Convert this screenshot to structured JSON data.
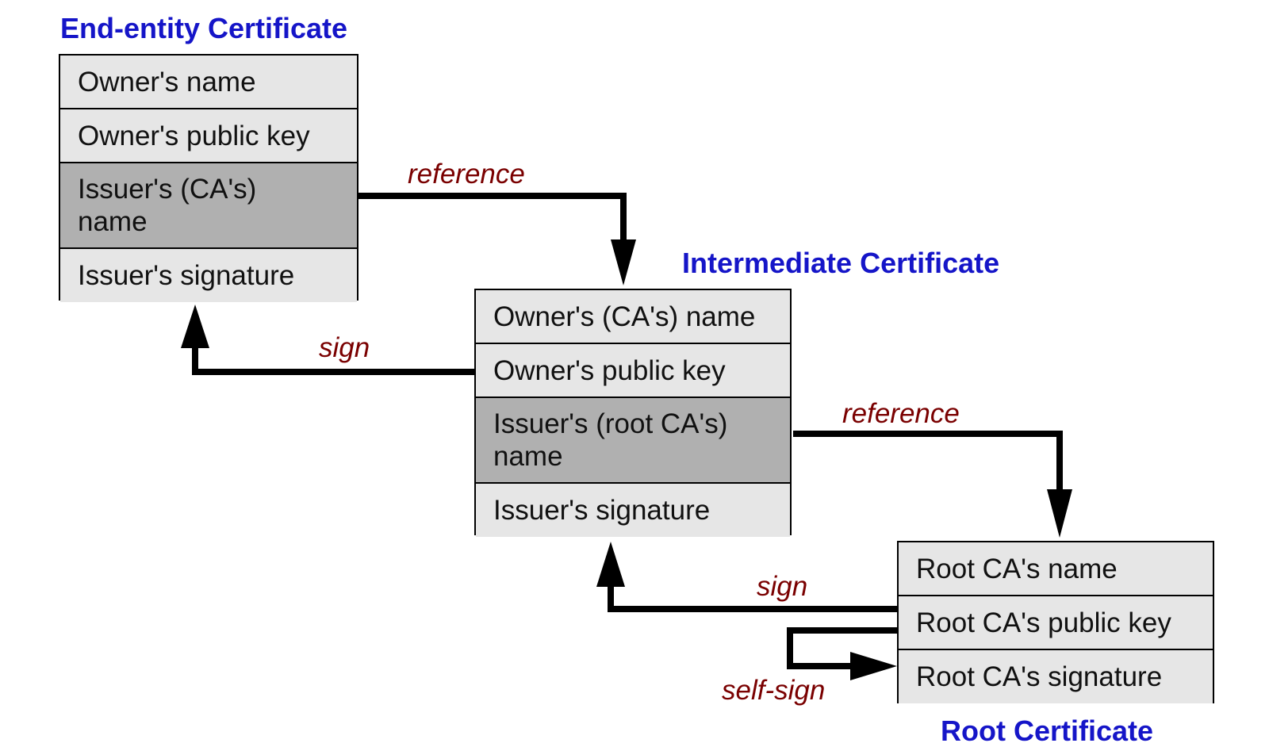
{
  "certificates": {
    "end_entity": {
      "title": "End-entity Certificate",
      "fields": [
        "Owner's name",
        "Owner's public key",
        "Issuer's (CA's)\nname",
        "Issuer's signature"
      ]
    },
    "intermediate": {
      "title": "Intermediate Certificate",
      "fields": [
        "Owner's (CA's) name",
        "Owner's public key",
        "Issuer's (root CA's)\nname",
        "Issuer's signature"
      ]
    },
    "root": {
      "title": "Root Certificate",
      "fields": [
        "Root CA's name",
        "Root CA's public key",
        "Root CA's signature"
      ]
    }
  },
  "arrows": {
    "reference_1": "reference",
    "sign_1": "sign",
    "reference_2": "reference",
    "sign_2": "sign",
    "self_sign": "self-sign"
  },
  "colors": {
    "title": "#1515c8",
    "arrow_label": "#7a0000",
    "field_bg": "#e6e6e6",
    "issuer_name_bg": "#b0b0b0",
    "arrow": "#000000"
  }
}
